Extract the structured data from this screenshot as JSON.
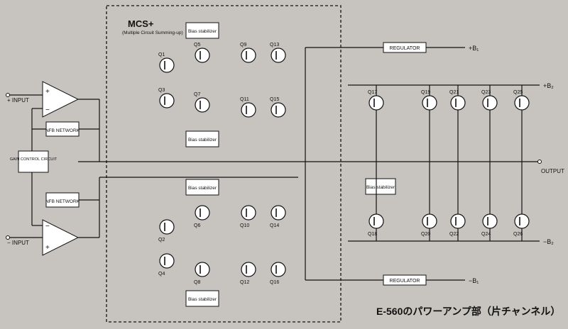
{
  "caption": "E-560のパワーアンプ部（片チャンネル）",
  "mcs": {
    "title": "MCS+",
    "subtitle": "(Multiple Circuit Summing-up)"
  },
  "io": {
    "plus_input": "+ INPUT",
    "minus_input": "− INPUT",
    "output": "OUTPUT"
  },
  "rails": {
    "plus_b1": "+B₁",
    "minus_b1": "−B₁",
    "plus_b2": "+B₂",
    "minus_b2": "−B₂"
  },
  "blocks": {
    "nfb_top": "NFB NETWORK",
    "nfb_bottom": "NFB NETWORK",
    "gain_control": "GAIN CONTROL CIRCUIT",
    "regulator_top": "REGULATOR",
    "regulator_bottom": "REGULATOR",
    "bias_stabilizer": "Bias stabilizer"
  },
  "opamp_top": {
    "plus": "+",
    "minus": "−"
  },
  "opamp_bottom": {
    "minus": "−",
    "plus": "+"
  },
  "transistors": [
    "Q1",
    "Q3",
    "Q5",
    "Q7",
    "Q9",
    "Q11",
    "Q13",
    "Q15",
    "Q2",
    "Q4",
    "Q6",
    "Q8",
    "Q10",
    "Q12",
    "Q14",
    "Q16",
    "Q17",
    "Q18",
    "Q19",
    "Q20",
    "Q21",
    "Q22",
    "Q23",
    "Q24",
    "Q25",
    "Q26"
  ]
}
